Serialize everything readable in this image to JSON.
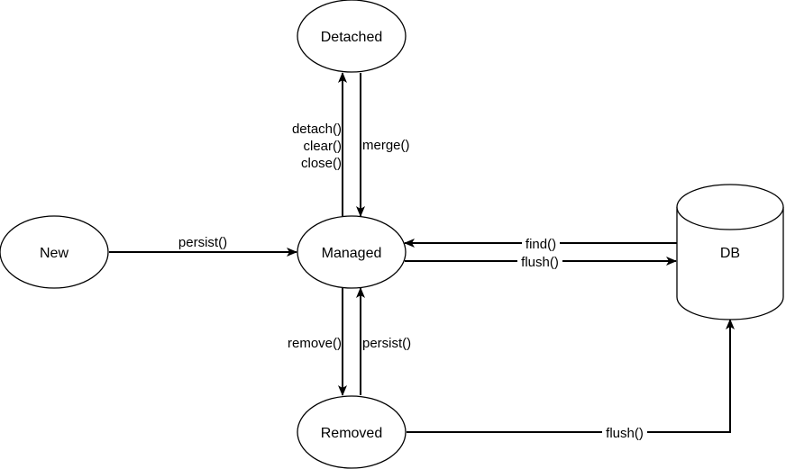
{
  "nodes": {
    "detached": {
      "label": "Detached"
    },
    "new": {
      "label": "New"
    },
    "managed": {
      "label": "Managed"
    },
    "removed": {
      "label": "Removed"
    },
    "db": {
      "label": "DB"
    }
  },
  "edges": {
    "new_to_managed": {
      "label": "persist()"
    },
    "managed_to_detached": {
      "labels": [
        "detach()",
        "clear()",
        "close()"
      ]
    },
    "detached_to_managed": {
      "label": "merge()"
    },
    "managed_to_removed": {
      "label": "remove()"
    },
    "removed_to_managed": {
      "label": "persist()"
    },
    "db_to_managed": {
      "label": "find()"
    },
    "managed_to_db": {
      "label": "flush()"
    },
    "removed_to_db": {
      "label": "flush()"
    }
  }
}
